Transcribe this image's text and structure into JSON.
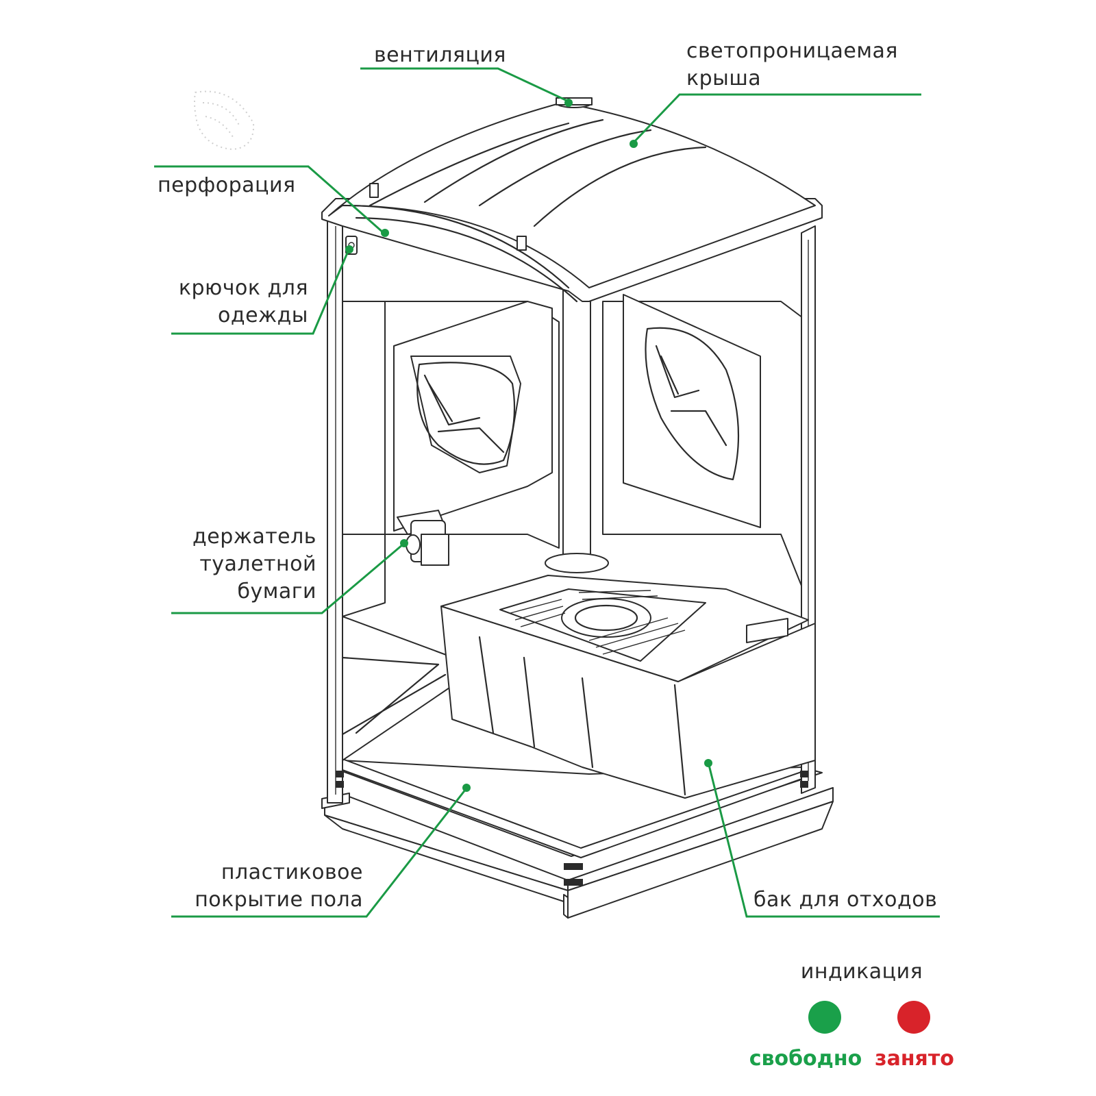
{
  "labels": {
    "ventilation": "вентиляция",
    "roof_line1": "светопроницаемая",
    "roof_line2": "крыша",
    "perforation": "перфорация",
    "hook_line1": "крючок для",
    "hook_line2": "одежды",
    "holder_line1": "держатель",
    "holder_line2": "туалетной",
    "holder_line3": "бумаги",
    "floor_line1": "пластиковое",
    "floor_line2": "покрытие пола",
    "tank": "бак для отходов"
  },
  "indication": {
    "title": "индикация",
    "free_label": "свободно",
    "busy_label": "занято",
    "free_color": "#1aa04a",
    "busy_color": "#d8232a"
  },
  "colors": {
    "leader": "#1a9a45",
    "drawing": "#2b2b2b"
  }
}
